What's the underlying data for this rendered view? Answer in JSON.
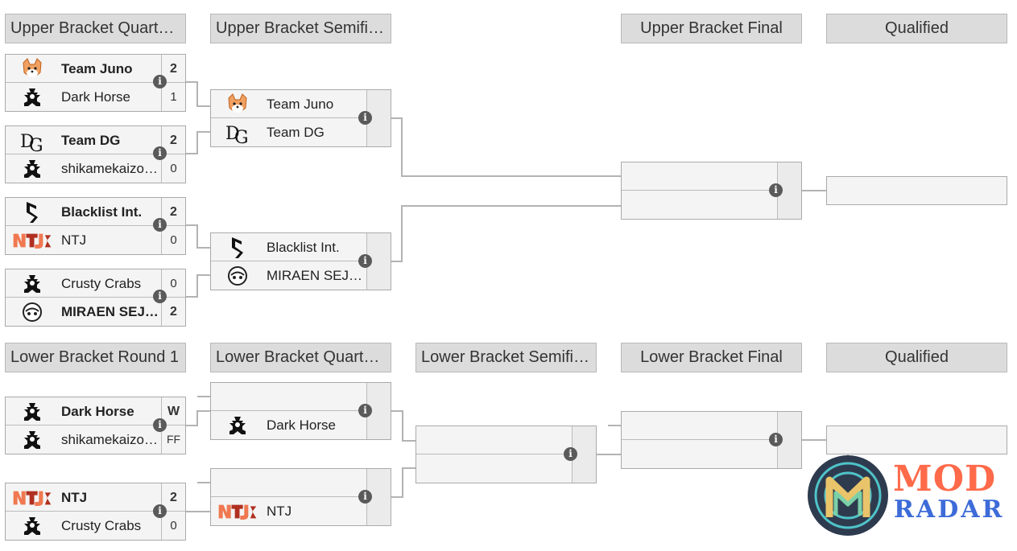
{
  "upper": {
    "headers": {
      "quarterfinals": "Upper Bracket Quart…",
      "semifinals": "Upper Bracket Semifi…",
      "final": "Upper Bracket Final",
      "qualified": "Qualified"
    },
    "quarterfinals": [
      {
        "team1": "Team Juno",
        "score1": "2",
        "team2": "Dark Horse",
        "score2": "1"
      },
      {
        "team1": "Team DG",
        "score1": "2",
        "team2": "shikamekaizo…",
        "score2": "0"
      },
      {
        "team1": "Blacklist Int.",
        "score1": "2",
        "team2": "NTJ",
        "score2": "0"
      },
      {
        "team1": "Crusty Crabs",
        "score1": "0",
        "team2": "MIRAEN SEJO…",
        "score2": "2"
      }
    ],
    "semifinals": [
      {
        "team1": "Team Juno",
        "team2": "Team DG"
      },
      {
        "team1": "Blacklist Int.",
        "team2": "MIRAEN SEJO…"
      }
    ]
  },
  "lower": {
    "headers": {
      "round1": "Lower Bracket Round 1",
      "quarterfinals": "Lower Bracket Quart…",
      "semifinals": "Lower Bracket Semifi…",
      "final": "Lower Bracket Final",
      "qualified": "Qualified"
    },
    "round1": [
      {
        "team1": "Dark Horse",
        "score1": "W",
        "team2": "shikamekaizo…",
        "score2": "FF"
      },
      {
        "team1": "NTJ",
        "score1": "2",
        "team2": "Crusty Crabs",
        "score2": "0"
      }
    ],
    "quarterfinals": [
      {
        "team1": "",
        "team2": "Dark Horse"
      },
      {
        "team1": "",
        "team2": "NTJ"
      }
    ]
  },
  "icons": {
    "info": "info-icon"
  },
  "watermark": {
    "line1": "MOD",
    "line2": "RADAR"
  },
  "colors": {
    "header_bg": "#dcdcdc",
    "match_bg": "#f4f4f4",
    "line": "#b3b3b3",
    "info_bg": "#5a5a5a",
    "wm_orange": "#ff6a4a",
    "wm_blue": "#3d6bd8"
  }
}
